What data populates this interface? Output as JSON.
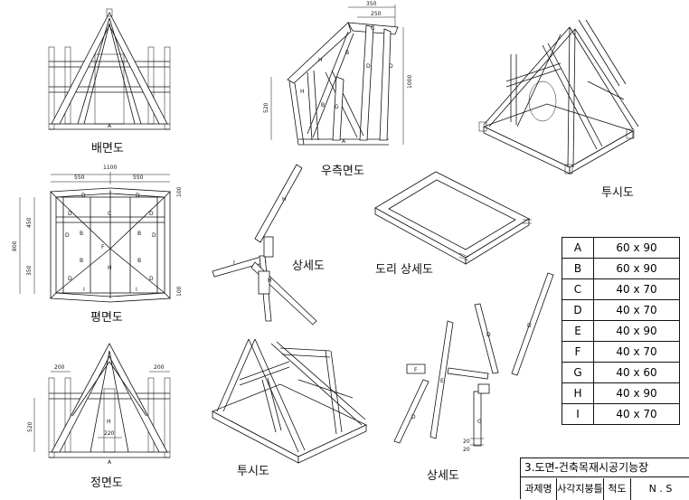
{
  "views": {
    "rear": "배면도",
    "right_side": "우측면도",
    "iso_top": "투시도",
    "plan": "평면도",
    "detail_a": "상세도",
    "girder_detail": "도리 상세도",
    "front": "정면도",
    "iso_bottom": "투시도",
    "detail_b": "상세도"
  },
  "dimensions": {
    "total_width": "1100",
    "half_left": "550",
    "half_right": "550",
    "depth": "800",
    "upper": "450",
    "lower": "350",
    "edge_top": "100",
    "edge_bottom": "100",
    "side_top_350": "350",
    "side_top_250": "250",
    "side_height": "1000",
    "side_520": "520",
    "front_200_left": "200",
    "front_200_right": "200",
    "front_220": "220",
    "front_520": "520",
    "detail_20a": "20",
    "detail_20b": "20"
  },
  "member_marks": [
    "A",
    "B",
    "C",
    "D",
    "E",
    "F",
    "G",
    "H",
    "I"
  ],
  "member_specs": [
    {
      "mark": "A",
      "size": "60 x 90"
    },
    {
      "mark": "B",
      "size": "60 x 90"
    },
    {
      "mark": "C",
      "size": "40 x 70"
    },
    {
      "mark": "D",
      "size": "40 x 70"
    },
    {
      "mark": "E",
      "size": "40 x 90"
    },
    {
      "mark": "F",
      "size": "40 x 70"
    },
    {
      "mark": "G",
      "size": "40 x 60"
    },
    {
      "mark": "H",
      "size": "40 x 90"
    },
    {
      "mark": "I",
      "size": "40 x 70"
    }
  ],
  "title_block": {
    "title": "3.도면-건축목재시공기능장",
    "label_task": "과제명",
    "task_name": "사각지붕틀",
    "label_scale": "척도",
    "scale": "N . S"
  }
}
